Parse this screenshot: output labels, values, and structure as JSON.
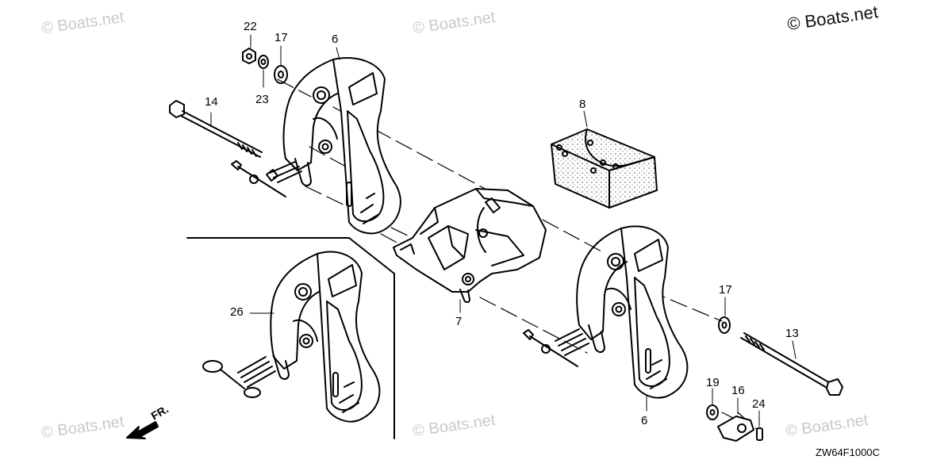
{
  "copyright": "© Boats.net",
  "watermark": "© Boats.net",
  "part_code": "ZW64F1000C",
  "direction_label": "FR.",
  "callouts": {
    "c22": "22",
    "c17a": "17",
    "c6a": "6",
    "c23": "23",
    "c14": "14",
    "c8": "8",
    "c26": "26",
    "c7": "7",
    "c17b": "17",
    "c13": "13",
    "c19": "19",
    "c16": "16",
    "c24": "24",
    "c6b": "6"
  },
  "colors": {
    "line": "#000000",
    "watermark": "#c9c9c9",
    "background": "#ffffff"
  }
}
